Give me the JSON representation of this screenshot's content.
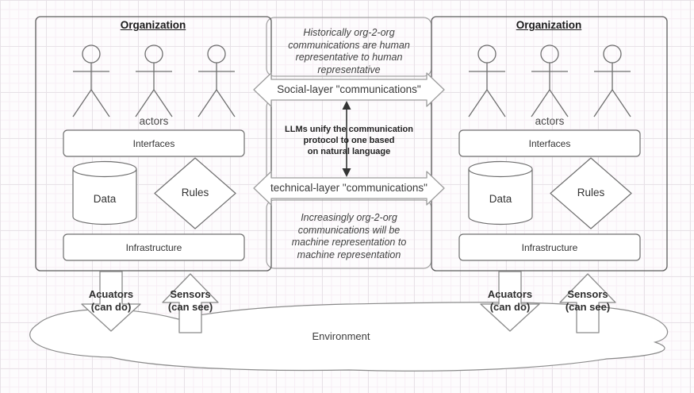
{
  "organization": {
    "title": "Organization",
    "actors_label": "actors",
    "interfaces_label": "Interfaces",
    "data_label": "Data",
    "rules_label": "Rules",
    "infrastructure_label": "Infrastructure"
  },
  "middle": {
    "historical_note": "Historically org-2-org\ncommunications are human\nrepresentative to human\nrepresentative",
    "social_layer_arrow_label": "Social-layer \"communications\"",
    "llm_note": "LLMs unify the communication\nprotocol to one based\non natural language",
    "technical_layer_arrow_label": "technical-layer \"communications\"",
    "future_note": "Increasingly org-2-org\ncommunications will be\nmachine representation to\nmachine representation"
  },
  "environment": {
    "actuators_label": "Acuators\n(can do)",
    "sensors_label": "Sensors\n(can see)",
    "environment_label": "Environment"
  },
  "colors": {
    "org_stroke": "#5c5c5c",
    "shape_stroke": "#6e6e6e",
    "note_box_stroke": "#a2a2a2",
    "block_arrow_stroke": "#9c9c9c",
    "io_arrow_stroke": "#8a8a8a",
    "cloud_stroke": "#8a8a8a",
    "vertical_arrow": "#333333",
    "background": "#fdfcfd"
  }
}
